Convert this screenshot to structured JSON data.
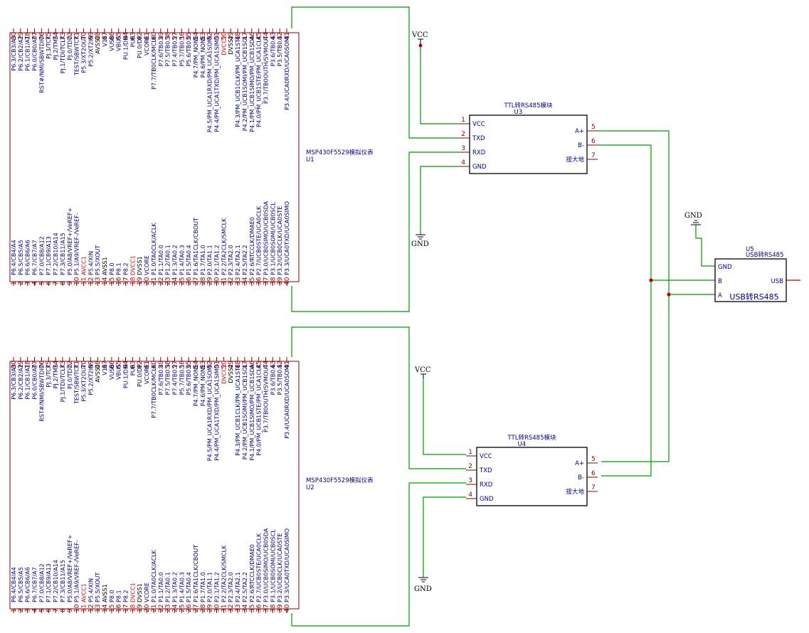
{
  "schematic": {
    "chip_pins_left": [
      "P6.4/CB4/A4",
      "P6.5/CB5/A5",
      "P6.6/CB6/A6",
      "P6.7/CB7/A7",
      "P7.0/CB8/A12",
      "P7.1/CB9/A13",
      "P7.2/CB10/A14",
      "P7.3/CB11/A15",
      "P5.0/A8/VREF+/VeREF+",
      "P5.1/A9/VREF-/VeREF-",
      "AVCC1",
      "P5.4/XIN",
      "P5.5/XOUT",
      "AVSS1",
      "P8.0",
      "P8.1",
      "P8.2",
      "DVCC1",
      "DVSS1",
      "VCORE",
      "P1.0/TA0CLK/ACLK",
      "P1.1/TA0.0",
      "P1.2/TA0.1",
      "P1.3/TA0.2",
      "P1.4/TA0.3",
      "P1.5/TA0.4",
      "P1.6/TA1CLK/CBOUT",
      "P1.7/TA1.0",
      "P2.0/TA1.1",
      "P2.1/TA1.2",
      "P2.2/TA2CLK/SMCLK",
      "P2.3/TA2.0",
      "P2.4/TA2.1",
      "P2.5/TA2.2",
      "P2.6/RTCCLK/DMAE0",
      "P2.7/UCB0STE/UCA0CLK",
      "P3.0/UCB0SIMO/UCB0SDA",
      "P3.1/UCB0SOMI/UCB0SCL",
      "P3.2/UCB0CLK/UCA0STE",
      "P3.3/UCA0TXD/UCA0SIMO"
    ],
    "chip_pins_right": [
      "P3.4/UCA0RXD/UCA0SOMI",
      "P3.5/TB0.5",
      "P3.6/TB0.6",
      "P3.7/TB0OUTH/SVMOUT",
      "P4.0/PM_UCB1STE/PM_UCA1CLK",
      "P4.1/PM_UCB1SIMO/PM_UCB1SDA",
      "P4.2/PM_UCB1SOMI/PM_UCB1SCL",
      "P4.3/PM_UCB1CLK/PM_UCA1STE",
      "DVSS2",
      "DVCC2",
      "P4.4/PM_UCA1TXD/PM_UCA1SIMO",
      "P4.5/PM_UCA1RXD/PM_UCA1SOMI",
      "P4.6/PM_NONE",
      "P4.7/PM_NONE",
      "P5.6/TB0.0",
      "P5.7/TB0.1",
      "P7.4/TB0.2",
      "P7.5/TB0.3",
      "P7.6/TB0.4",
      "P7.7/TB0CLK/MCLK",
      "VCORE",
      "PU.0/DP",
      "PUR",
      "PU.1/DM",
      "VBUS",
      "VUSB",
      "V18",
      "AVSS2",
      "P5.2/XT2IN",
      "P5.3/XT2OUT",
      "TEST/SBWTCK",
      "PJ.0/TDO",
      "PJ.1/TDI/TCLK",
      "PJ.2/TMS",
      "PJ.3/TCK",
      "RST#/NMI/SBWTDIO",
      "P6.0/CB0/A0",
      "P6.1/CB1/A1",
      "P6.2/CB2/A2",
      "P6.3/CB3/A3"
    ],
    "chip_red_pins": [
      "AVCC1",
      "DVCC1",
      "DVCC2"
    ],
    "chip_black_pins": [
      "AVSS1",
      "DVSS1",
      "DVSS2",
      "AVSS2"
    ],
    "chips": [
      {
        "name": "MSP430F5529模拟仪表",
        "ref": "U1"
      },
      {
        "name": "MSP430F5529模拟仪表",
        "ref": "U2"
      }
    ],
    "ttl_modules": [
      {
        "name": "TTL转RS485模块",
        "ref": "U3"
      },
      {
        "name": "TTL转RS485模块",
        "ref": "U4"
      }
    ],
    "ttl_pins_left": [
      {
        "num": "1",
        "name": "VCC"
      },
      {
        "num": "2",
        "name": "TXD"
      },
      {
        "num": "3",
        "name": "RXD"
      },
      {
        "num": "4",
        "name": "GND"
      }
    ],
    "ttl_pins_right": [
      {
        "num": "5",
        "name": "A+"
      },
      {
        "num": "6",
        "name": "B-"
      },
      {
        "num": "7",
        "name": "接大地"
      }
    ],
    "usb_module": {
      "ref": "U5",
      "name": "USB转RS485",
      "center_label": "USB转RS485",
      "pins": [
        "GND",
        "B",
        "A",
        "USB"
      ]
    },
    "power": {
      "vcc": "VCC",
      "gnd": "GND"
    }
  }
}
